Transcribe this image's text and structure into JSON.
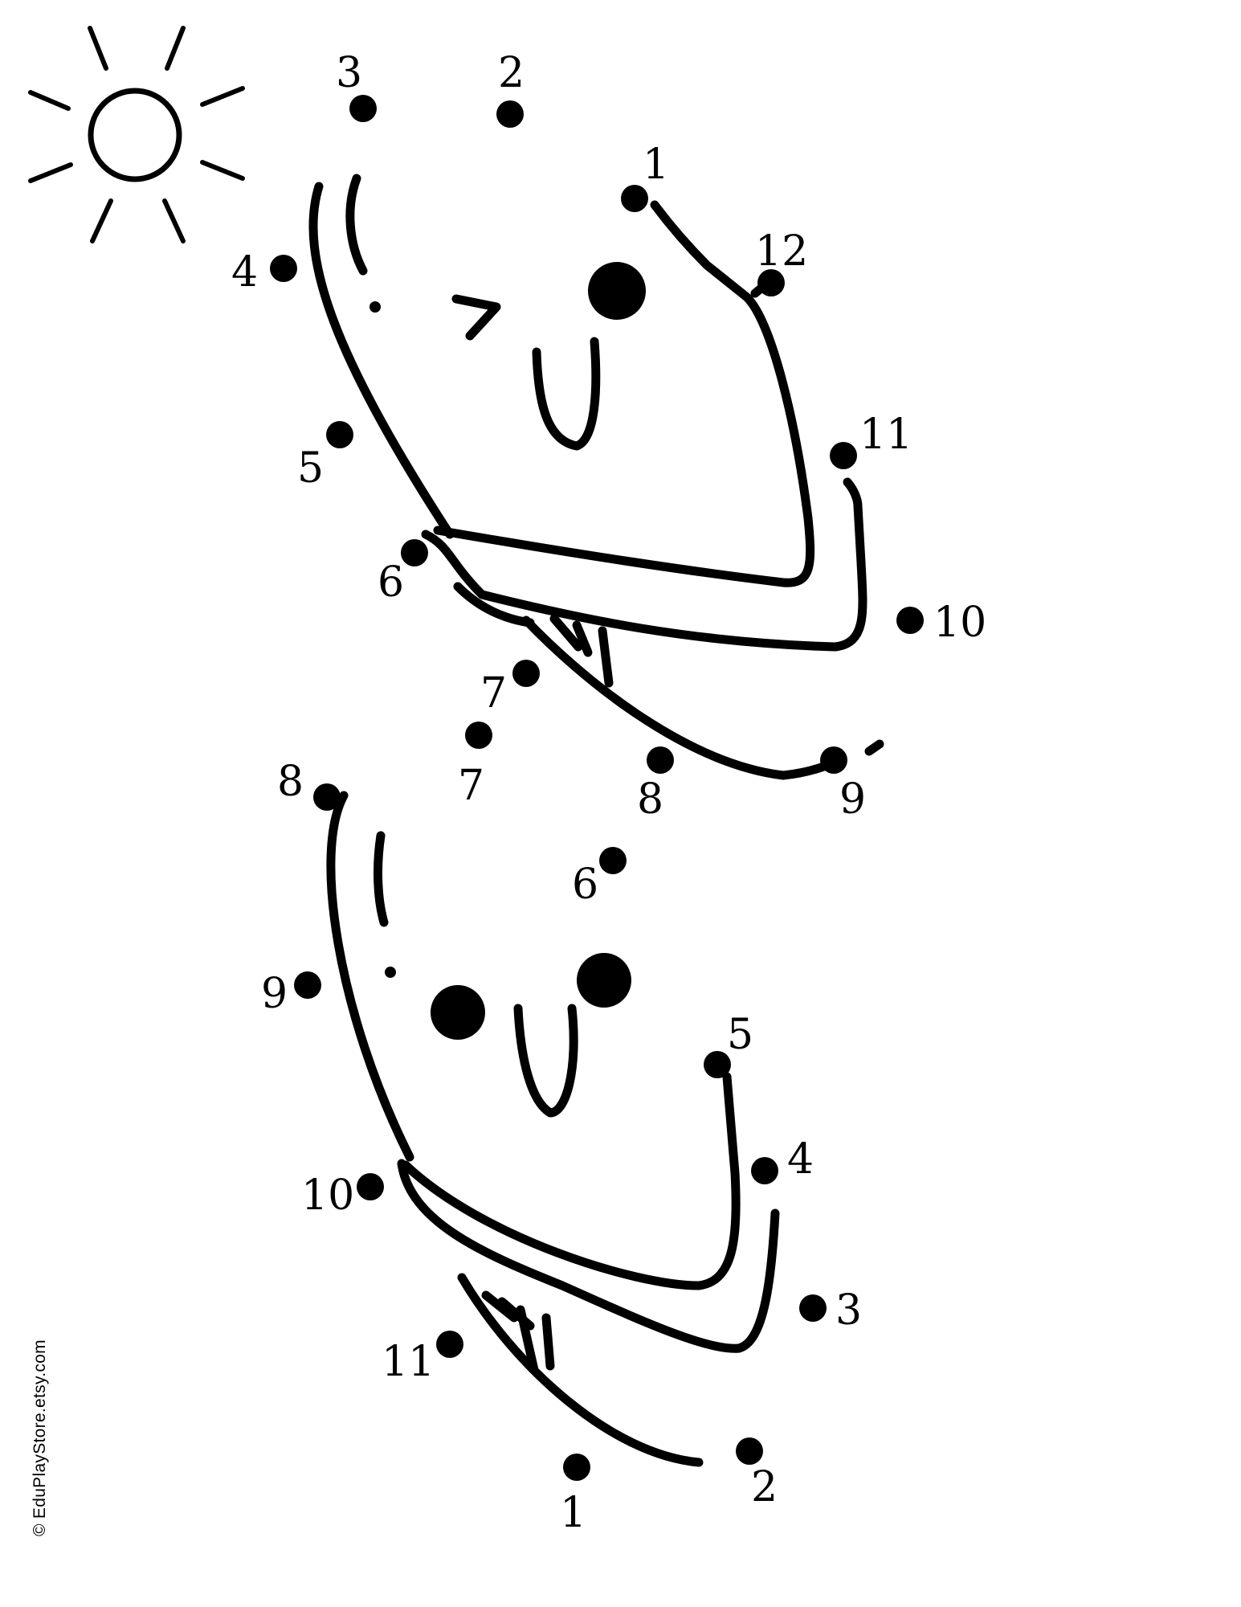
{
  "sun_icon": "sun-icon",
  "colors": {
    "ink": "#000000",
    "paper": "#ffffff"
  },
  "top_tortilla_numbers": [
    "1",
    "2",
    "3",
    "4",
    "5",
    "6",
    "7",
    "8",
    "9",
    "10",
    "11",
    "12"
  ],
  "bottom_tortilla_numbers": [
    "1",
    "2",
    "3",
    "4",
    "5",
    "6",
    "7",
    "8",
    "9",
    "10",
    "11"
  ],
  "credit": "© EduPlayStore.etsy.com"
}
